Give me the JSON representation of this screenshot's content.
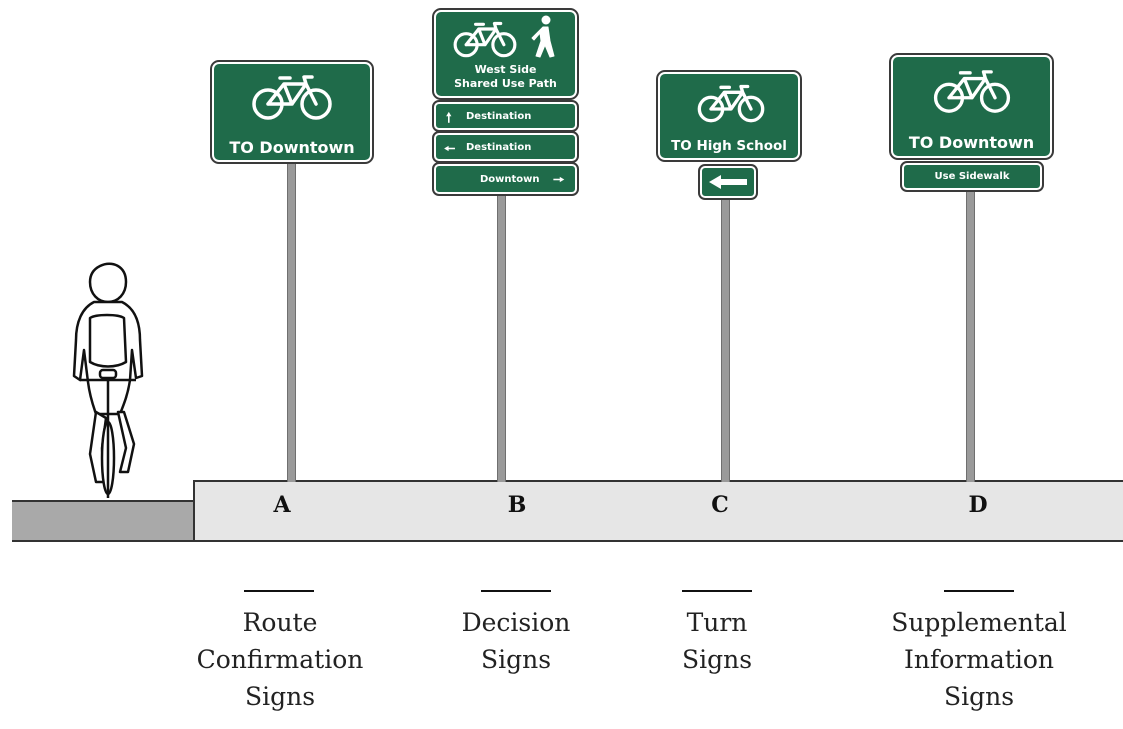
{
  "signs": {
    "a": {
      "letter": "A",
      "text": "TO Downtown",
      "caption": [
        "Route",
        "Confirmation",
        "Signs"
      ]
    },
    "b": {
      "letter": "B",
      "line1": "West Side",
      "line2": "Shared Use Path",
      "plaques": [
        "Destination",
        "Destination",
        "Downtown"
      ],
      "caption": [
        "Decision",
        "Signs"
      ]
    },
    "c": {
      "letter": "C",
      "text": "TO High School",
      "caption": [
        "Turn",
        "Signs"
      ]
    },
    "d": {
      "letter": "D",
      "text": "TO Downtown",
      "plaque": "Use Sidewalk",
      "caption": [
        "Supplemental",
        "Information",
        "Signs"
      ]
    }
  },
  "colors": {
    "sign_green": "#1f6b4a",
    "pole": "#9a9a9a",
    "curb": "#e6e6e6",
    "road": "#a9a9a9"
  }
}
